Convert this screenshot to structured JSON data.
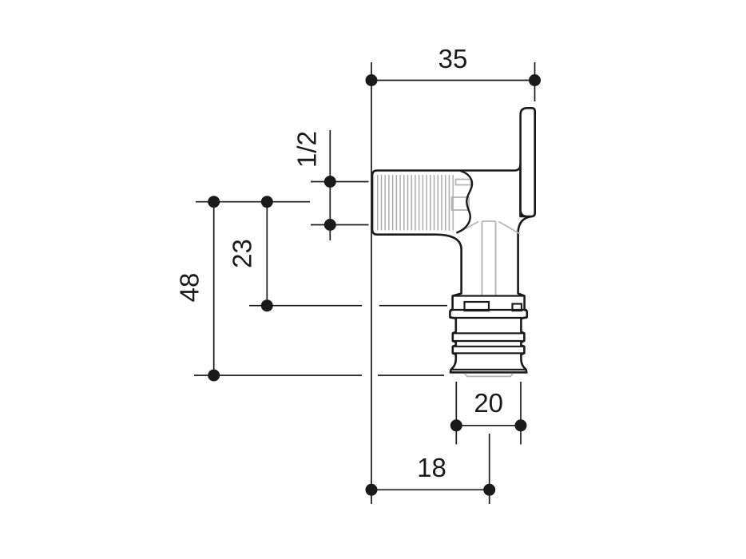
{
  "drawing": {
    "subject": "press-fit elbow fitting side view with dimensions",
    "line_color": "#1a1a1a",
    "hidden_line_color": "#b5b5b5",
    "thread_hatch_color": "#ababab",
    "background": "#ffffff",
    "dimensions": {
      "top_width": "35",
      "thread_size": "1/2",
      "mid_height": "23",
      "total_height": "48",
      "barb_diameter": "20",
      "bottom_offset": "18"
    }
  }
}
